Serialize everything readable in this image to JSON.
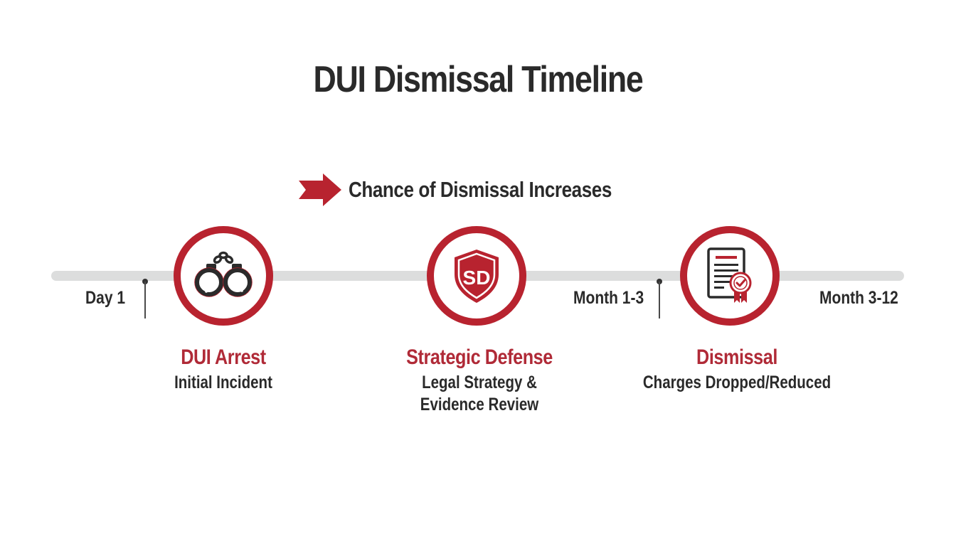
{
  "title": "DUI Dismissal Timeline",
  "trend": {
    "label": "Chance of Dismissal Increases",
    "icon": "right-arrow-icon",
    "color": "#b8232f"
  },
  "colors": {
    "accent": "#b8232f",
    "accent_text": "#b02a37",
    "track": "#dcdddd",
    "text": "#2a2a2a"
  },
  "time_markers": [
    {
      "label": "Day 1"
    },
    {
      "label": "Month 1-3"
    },
    {
      "label": "Month 3-12"
    }
  ],
  "steps": [
    {
      "title": "DUI Arrest",
      "description_lines": [
        "Initial Incident"
      ],
      "icon": "handcuffs-icon"
    },
    {
      "title": "Strategic Defense",
      "description_lines": [
        "Legal Strategy &",
        "Evidence Review"
      ],
      "icon": "shield-icon",
      "icon_text": "SD"
    },
    {
      "title": "Dismissal",
      "description_lines": [
        "Charges Dropped/Reduced"
      ],
      "icon": "certificate-icon"
    }
  ]
}
